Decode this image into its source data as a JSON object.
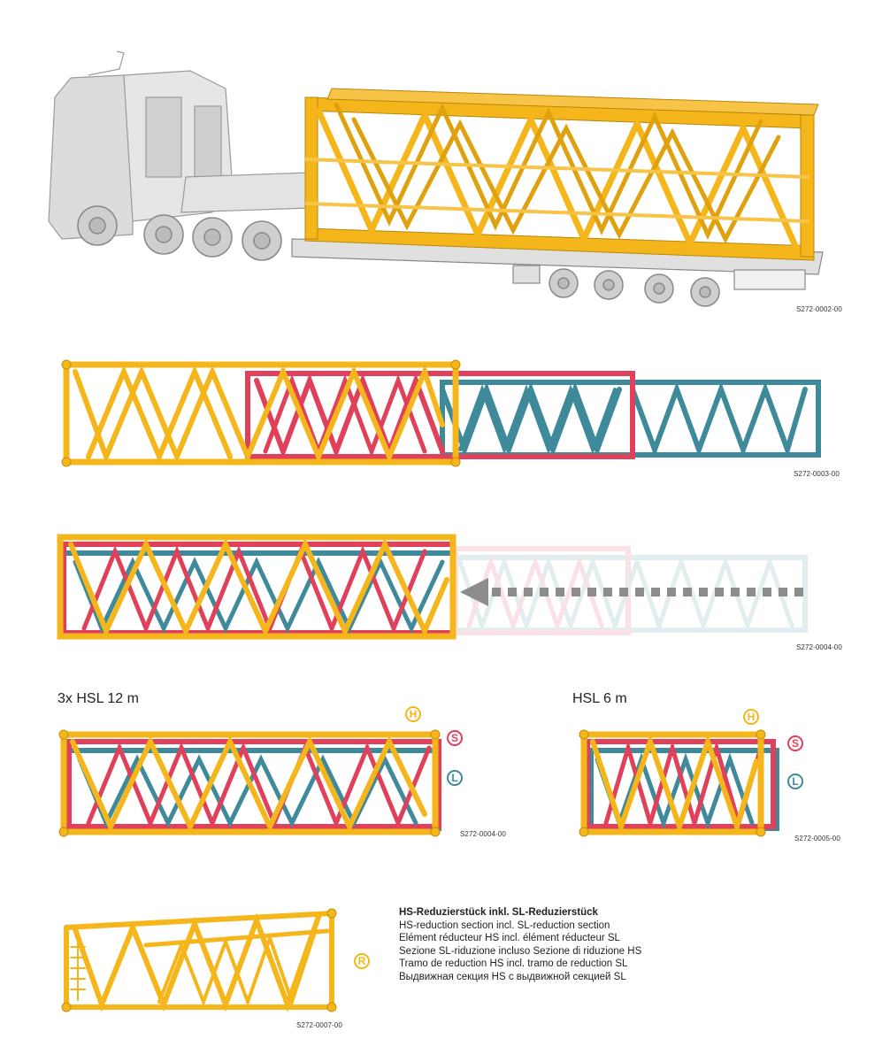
{
  "colors": {
    "H": "#f5b61b",
    "S": "#e0405a",
    "L": "#3e8a9a",
    "arrow": "#8c8c8c",
    "truck": "#d9d9d9"
  },
  "figure_codes": {
    "truck": "S272-0002-00",
    "extended": "S272-0003-00",
    "retracting": "S272-0004-00",
    "hsl12": "S272-0004-00",
    "hsl6": "S272-0005-00",
    "reduction": "S272-0007-00"
  },
  "headings": {
    "hsl12": "3x HSL 12 m",
    "hsl6": "HSL 6 m"
  },
  "badges": {
    "H": "H",
    "S": "S",
    "L": "L",
    "R": "R"
  },
  "legend": {
    "title": "HS-Reduzierstück inkl. SL-Reduzierstück",
    "lines": [
      "HS-reduction section incl. SL-reduction section",
      "Elément réducteur HS incl. élément réducteur SL",
      "Sezione SL-riduzione incluso Sezione di riduzione HS",
      "Tramo de reduction HS incl.  tramo de reduction SL",
      "Выдвижная секция HS с выдвижной секцией SL"
    ]
  }
}
